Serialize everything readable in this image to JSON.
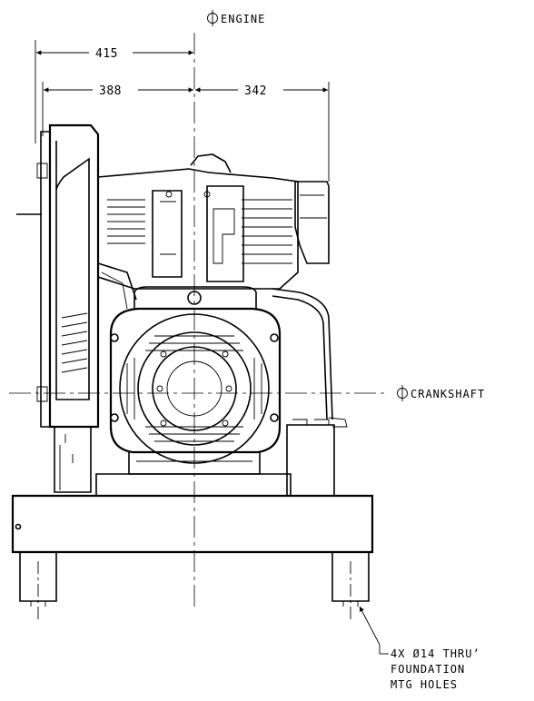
{
  "labels": {
    "engine_centerline": "ENGINE",
    "crankshaft_centerline": "CRANKSHAFT"
  },
  "dimensions": {
    "overall_left": "415",
    "left_to_center": "388",
    "center_to_right": "342"
  },
  "note": {
    "line1": "4X Ø14 THRU’",
    "line2": "FOUNDATION",
    "line3": "MTG HOLES"
  }
}
